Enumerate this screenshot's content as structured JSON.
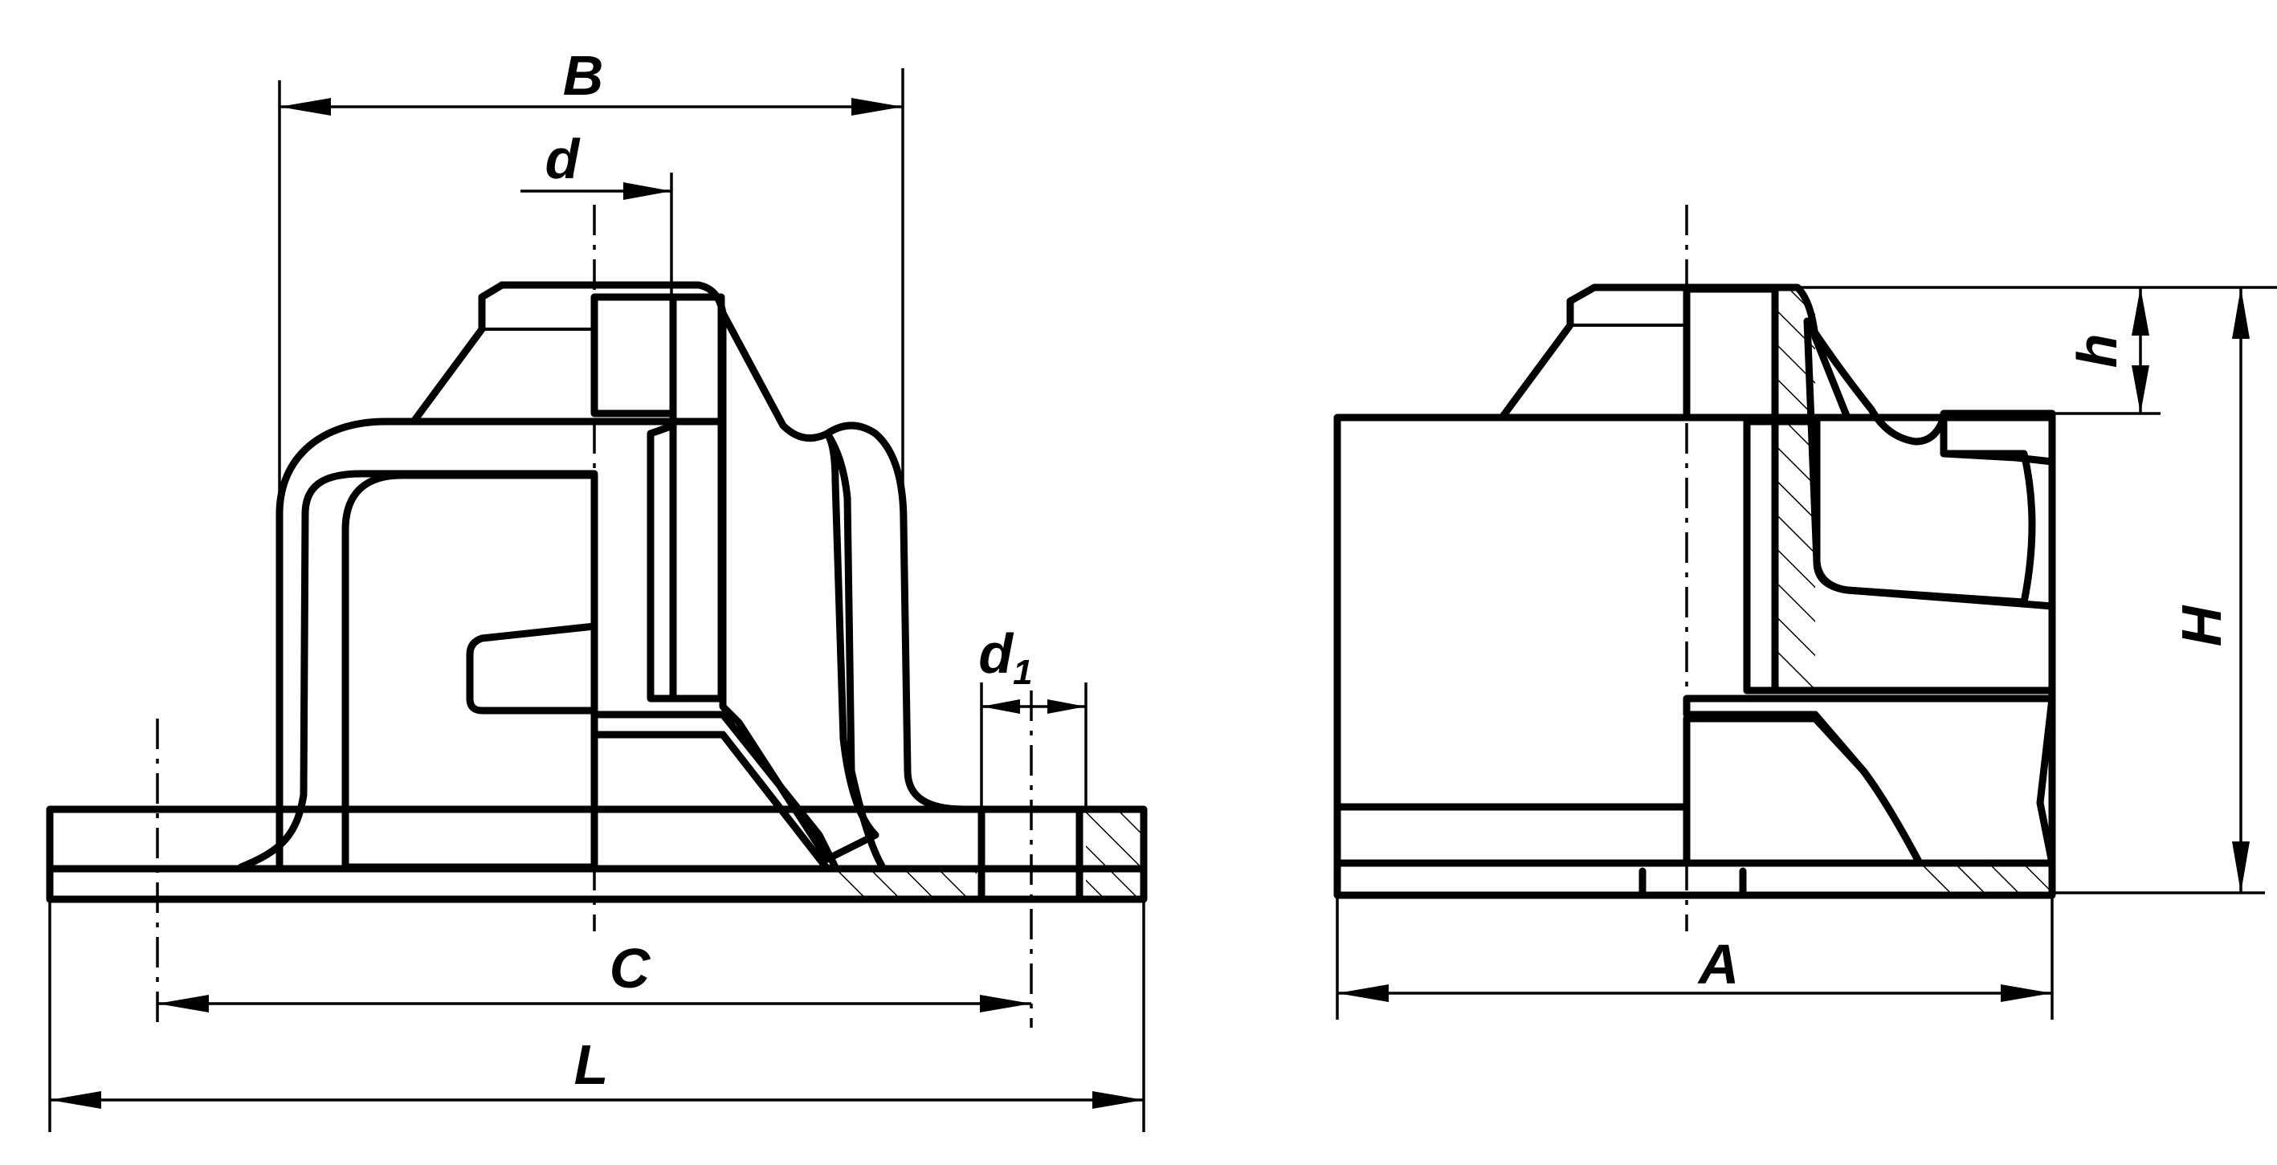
{
  "labels": {
    "B": "B",
    "d": "d",
    "d1_main": "d",
    "d1_sub": "1",
    "C": "C",
    "L": "L",
    "A": "A",
    "h": "h",
    "H": "H"
  },
  "colors": {
    "ink": "#000000",
    "paper": "#ffffff"
  }
}
